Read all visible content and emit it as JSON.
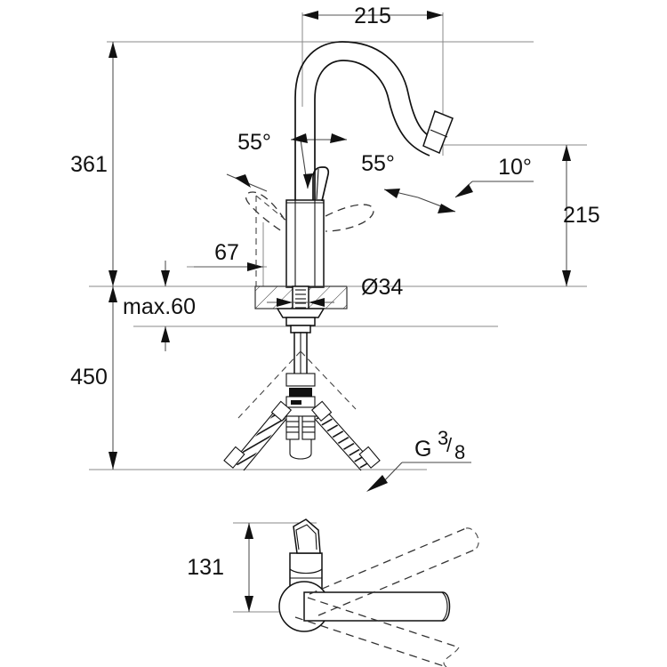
{
  "drawing": {
    "title": "Kitchen mixer tap technical dimension drawing",
    "units": "mm",
    "line_color": "#111111",
    "dimension_color": "#555555",
    "background": "#ffffff"
  },
  "dimensions": {
    "spout_reach_top": "215",
    "total_height": "361",
    "spout_height_right": "215",
    "supply_length": "450",
    "max_counter_thickness": "max.60",
    "body_offset": "67",
    "hole_diameter": "Ø34",
    "handle_height_topview": "131",
    "thread_size_letter": "G",
    "thread_numerator": "3",
    "thread_slash": "/",
    "thread_denominator": "8"
  },
  "angles": {
    "lever_left": "55°",
    "lever_right": "55°",
    "aerator_tilt": "10°"
  },
  "views": {
    "front_elevation": "front-elevation-view",
    "plan_view": "top-plan-view"
  }
}
